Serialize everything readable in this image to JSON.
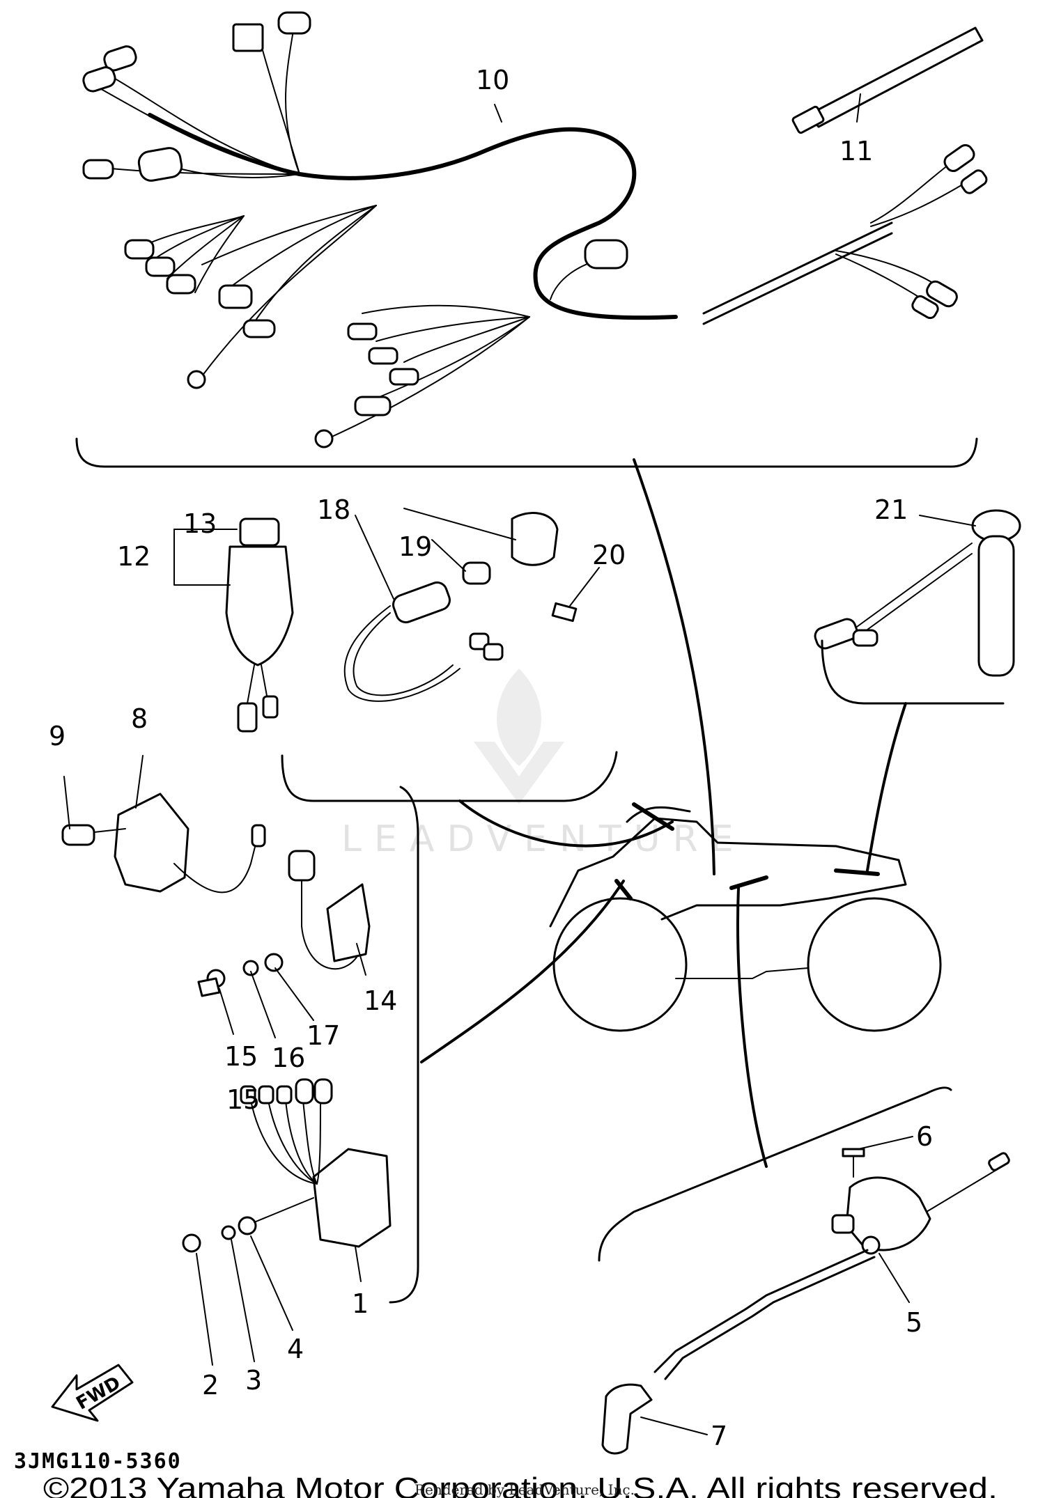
{
  "diagram": {
    "reference_code": "3JMG110-5360",
    "copyright": "©2013 Yamaha Motor Corporation, U.S.A. All rights reserved.",
    "rendered_by": "Rendered by LeadVenture, Inc.",
    "watermark": "LEADVENTURE",
    "fwd_label": "FWD",
    "callouts": {
      "c1": "1",
      "c2": "2",
      "c3": "3",
      "c4": "4",
      "c5": "5",
      "c6": "6",
      "c7": "7",
      "c8": "8",
      "c9": "9",
      "c10": "10",
      "c11": "11",
      "c12": "12",
      "c13": "13",
      "c14": "14",
      "c15a": "15",
      "c15b": "15",
      "c16": "16",
      "c17": "17",
      "c18": "18",
      "c19": "19",
      "c20": "20",
      "c21": "21"
    },
    "icons": [
      "wire-harness-icon",
      "cable-tie-icon",
      "main-switch-icon",
      "cdi-unit-icon",
      "ignition-coil-icon",
      "starter-relay-icon",
      "atv-outline-icon",
      "fwd-arrow-icon"
    ]
  }
}
